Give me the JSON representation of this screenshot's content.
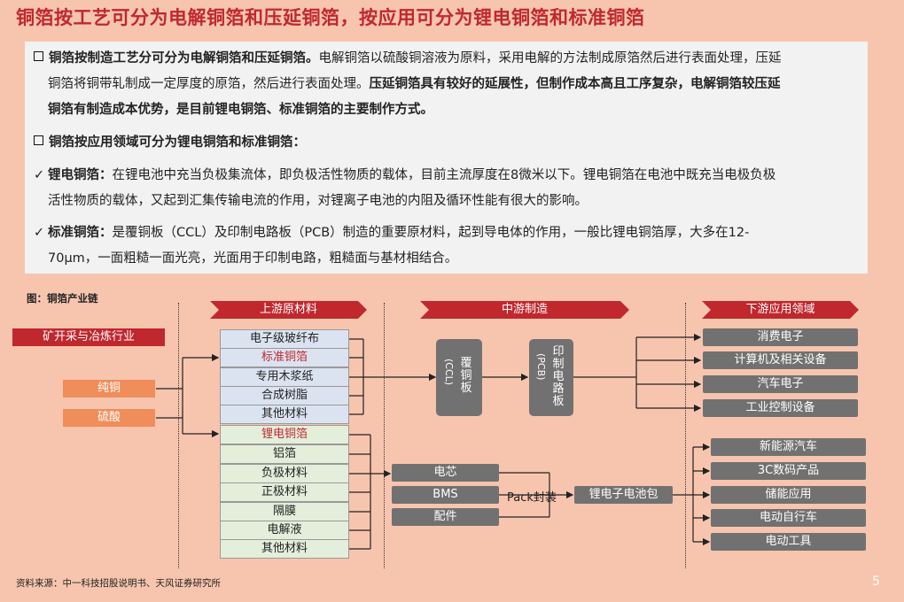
{
  "title": "铜箔按工艺可分为电解铜箔和压延铜箔，按应用可分为锂电铜箔和标准铜箔",
  "intro": {
    "p1_bold": "铜箔按制造工艺分可分为电解铜箔和压延铜箔。",
    "p1_rest": "电解铜箔以硫酸铜溶液为原料，采用电解的方法制成原箔然后进行表面处理，压延",
    "p1_line2_normal": "铜箔将铜带轧制成一定厚度的原箔，然后进行表面处理。",
    "p1_line2_bold": "压延铜箔具有较好的延展性，但制作成本高且工序复杂，电解铜箔较压延",
    "p1_line3_bold": "铜箔有制造成本优势，是目前锂电铜箔、标准铜箔的主要制作方式。",
    "p2_bold": "铜箔按应用领域可分为锂电铜箔和标准铜箔：",
    "li1_bold": "锂电铜箔：",
    "li1_text": "在锂电池中充当负极集流体，即负极活性物质的载体，目前主流厚度在8微米以下。锂电铜箔在电池中既充当电极负极",
    "li1_line2": "活性物质的载体，又起到汇集传输电流的作用，对锂离子电池的内阻及循环性能有很大的影响。",
    "li2_bold": "标准铜箔：",
    "li2_text": "是覆铜板（CCL）及印制电路板（PCB）制造的重要原材料，起到导电体的作用，一般比锂电铜箔厚，大多在12-",
    "li2_line2": "70μm，一面粗糙一面光亮，光面用于印制电路，粗糙面与基材相结合。"
  },
  "figure_label": "图：铜箔产业链",
  "banners": {
    "upstream": "上游原材料",
    "midstream": "中游制造",
    "downstream": "下游应用领域"
  },
  "mining": "矿开采与冶炼行业",
  "raw": [
    "纯铜",
    "硫酸"
  ],
  "ccl_materials": [
    "电子级玻纤布",
    "标准铜箔",
    "专用木浆纸",
    "合成树脂",
    "其他材料"
  ],
  "battery_materials": [
    "锂电铜箔",
    "铝箔",
    "负极材料",
    "正极材料",
    "隔膜",
    "电解液",
    "其他材料"
  ],
  "ccl_box": {
    "line1": "覆",
    "line2": "铜",
    "line3": "板",
    "abbr": "(CCL)"
  },
  "pcb_box": {
    "line1": "印",
    "line2": "制",
    "line3": "电",
    "line4": "路",
    "line5": "板",
    "abbr": "(PCB)"
  },
  "battery_components": [
    "电芯",
    "BMS",
    "配件"
  ],
  "pack": "Pack封装",
  "battery_pack": "锂电子电池包",
  "pcb_apps": [
    "消费电子",
    "计算机及相关设备",
    "汽车电子",
    "工业控制设备"
  ],
  "battery_apps": [
    "新能源汽车",
    "3C数码产品",
    "储能应用",
    "电动自行车",
    "电动工具"
  ],
  "source": "资料来源：中一科技招股说明书、天风证券研究所",
  "page_number": "5",
  "colors": {
    "accent": "#c0282e",
    "background": "#f7c5ae",
    "box_gray": "#717171",
    "orange": "#ef8d5b",
    "blue_fill": "#dbe3f1",
    "green_fill": "#e3eedb"
  }
}
